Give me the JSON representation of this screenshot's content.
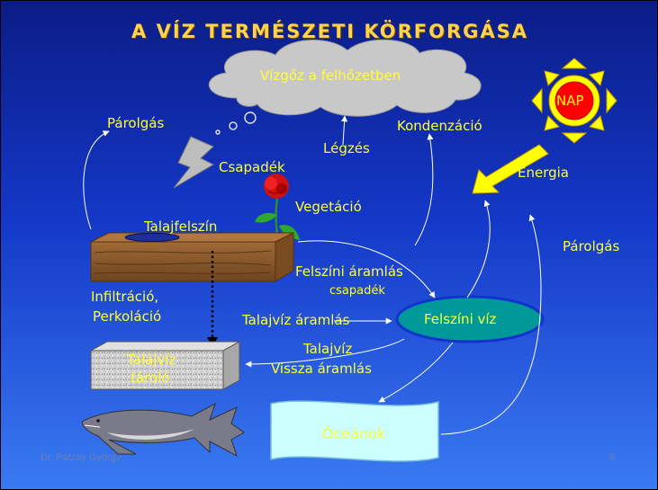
{
  "title": "A VÍZ TERMÉSZETI KÖRFORGÁSA",
  "labels": {
    "vizgoz": "Vízgőz a felhőzetben",
    "nap": "NAP",
    "parolgas_left": "Párolgás",
    "kondenzacio": "Kondenzáció",
    "legzes": "Légzés",
    "csapadek": "Csapadék",
    "energia": "Energia",
    "vegetacio": "Vegetáció",
    "talajfelszin": "Talajfelszín",
    "parolgas_right": "Párolgás",
    "felszini_aramlas": "Felszíni áramlás",
    "csapadek_small": "csapadék",
    "infiltracio": "Infiltráció,",
    "perkolacio": "Perkoláció",
    "talajviz_aramlas": "Talajvíz áramlás",
    "felszini_viz": "Felszíni víz",
    "talajviz": "Talajvíz",
    "vissza_aramlas": "Vissza áramlás",
    "talajviz_tarolo_1": "Talajvíz",
    "talajviz_tarolo_2": "tároló",
    "oceanok": "Óceánok"
  },
  "footer": {
    "author": "Dr. Pátzay György",
    "page": "8"
  },
  "colors": {
    "label": "#ffff33",
    "title": "#ffd34a",
    "cloud": "#c8c8c8",
    "sun": "#ffff00",
    "nap_circle": "#ff0000",
    "felszini_viz": "#009999",
    "oceanok": "#ccffff",
    "soil_block": "#8b5a2b",
    "storage_block": "#cfcfcf",
    "energy_arrow": "#ffff00"
  }
}
